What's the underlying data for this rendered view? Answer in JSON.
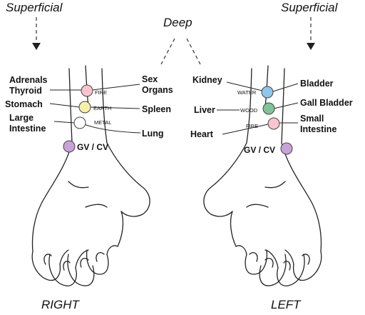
{
  "headings": {
    "superficial_left": "Superficial",
    "superficial_right": "Superficial",
    "deep": "Deep"
  },
  "sides": {
    "right": "RIGHT",
    "left": "LEFT"
  },
  "right_wrist": {
    "organs_left": {
      "line1": "Adrenals",
      "line2": "Thyroid",
      "stomach": "Stomach",
      "large1": "Large",
      "large2": "Intestine"
    },
    "organs_right": {
      "sex1": "Sex",
      "sex2": "Organs",
      "spleen": "Spleen",
      "lung": "Lung"
    },
    "elements": {
      "fire": "FIRE",
      "earth": "EARTH",
      "metal": "METAL"
    },
    "gv_cv": "GV / CV"
  },
  "left_wrist": {
    "organs_left": {
      "kidney": "Kidney",
      "liver": "Liver",
      "heart": "Heart"
    },
    "organs_right": {
      "bladder": "Bladder",
      "gall": "Gall Bladder",
      "small1": "Small",
      "small2": "Intestine"
    },
    "elements": {
      "water": "WATER",
      "wood": "WOOD",
      "fire": "FIRE"
    },
    "gv_cv": "GV / CV"
  },
  "colors": {
    "fire": "#f9c4d0",
    "earth": "#f9f0a8",
    "metal": "#ffffff",
    "water": "#8fc6ee",
    "wood": "#7fc49a",
    "gv_cv": "#c9a2d8"
  }
}
